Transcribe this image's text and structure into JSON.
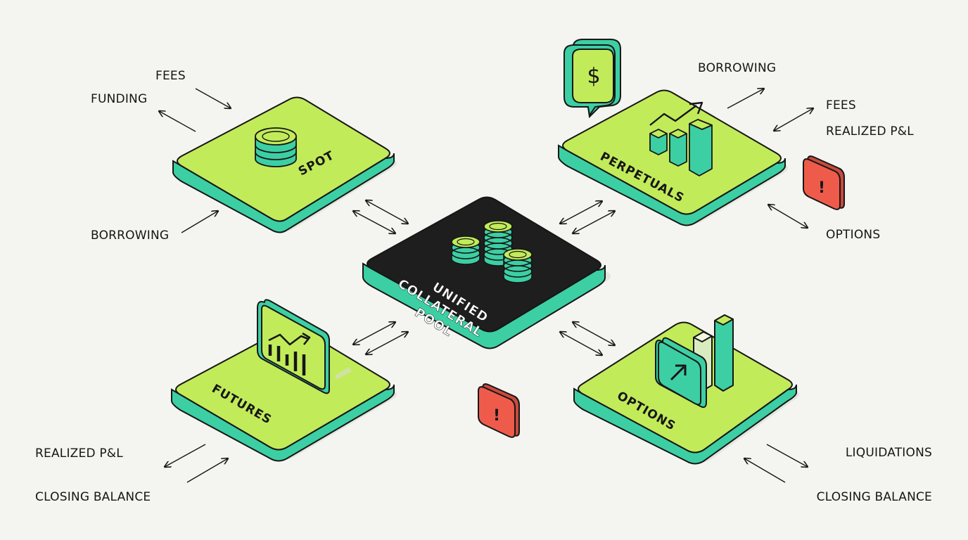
{
  "colors": {
    "lime": "#c2eb5a",
    "teal": "#3ccfa4",
    "dark": "#1e1e1e",
    "outline": "#161616",
    "alert": "#ef5b4b",
    "background": "#f4f5f0"
  },
  "center": {
    "line1": "UNIFIED",
    "line2": "COLLATERAL",
    "line3": "POOL"
  },
  "platforms": {
    "spot": {
      "label": "SPOT",
      "icon": "coin-stack-icon"
    },
    "perpetuals": {
      "label": "PERPETUALS",
      "icon": "bar-chart-trend-icon"
    },
    "futures": {
      "label": "FUTURES",
      "icon": "chart-board-icon"
    },
    "options": {
      "label": "OPTIONS",
      "icon": "arrow-panel-icon"
    }
  },
  "labels": {
    "spot_fees": "FEES",
    "spot_funding": "FUNDING",
    "spot_borrowing": "BORROWING",
    "perp_borrowing": "BORROWING",
    "perp_fees": "FEES",
    "perp_realized": "REALIZED P&L",
    "perp_options": "OPTIONS",
    "futures_realized": "REALIZED P&L",
    "futures_closing": "CLOSING BALANCE",
    "options_liquidations": "LIQUIDATIONS",
    "options_closing": "CLOSING BALANCE"
  },
  "icons": {
    "dollar_bubble": "dollar-chat-bubble-icon",
    "dollar_symbol": "$",
    "alert_symbol": "!"
  }
}
